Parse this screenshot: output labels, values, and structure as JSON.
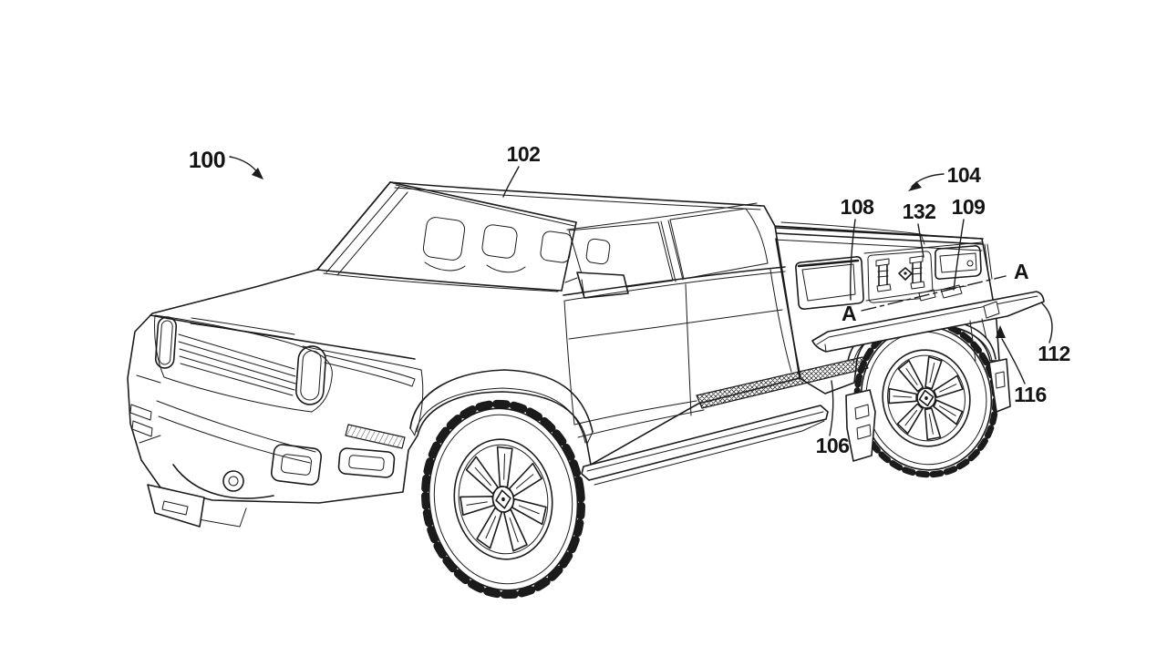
{
  "figure": {
    "kind": "patent-line-drawing",
    "colors": {
      "line_color": "#1b1b1b",
      "background": "#ffffff"
    },
    "reference_labels": [
      {
        "text": "100"
      },
      {
        "text": "102"
      },
      {
        "text": "104"
      },
      {
        "text": "108"
      },
      {
        "text": "132"
      },
      {
        "text": "109"
      },
      {
        "text": "A"
      },
      {
        "text": "A"
      },
      {
        "text": "112"
      },
      {
        "text": "116"
      },
      {
        "text": "106"
      }
    ]
  }
}
